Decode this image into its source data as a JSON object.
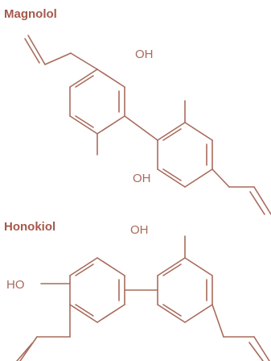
{
  "colors": {
    "title": "#a5594a",
    "bond": "#a86b5c",
    "atom_label": "#a86b5c",
    "background": "#ffffff"
  },
  "molecules": [
    {
      "name": "Magnolol",
      "labels": {
        "oh_top": "OH",
        "oh_bottom": "OH"
      }
    },
    {
      "name": "Honokiol",
      "labels": {
        "oh_top": "OH",
        "ho_left": "HO"
      }
    }
  ]
}
